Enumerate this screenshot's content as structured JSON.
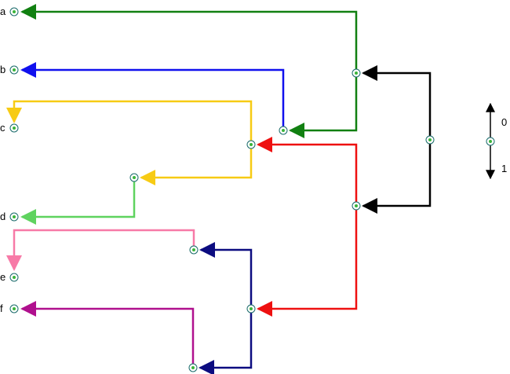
{
  "leaves": [
    {
      "id": "a",
      "label": "a"
    },
    {
      "id": "b",
      "label": "b"
    },
    {
      "id": "c",
      "label": "c"
    },
    {
      "id": "d",
      "label": "d"
    },
    {
      "id": "e",
      "label": "e"
    },
    {
      "id": "f",
      "label": "f"
    }
  ],
  "legend": {
    "top_label": "0",
    "bottom_label": "1"
  },
  "edge_colors": {
    "green": "#118011",
    "blue": "#1010ee",
    "yellow": "#f7cb14",
    "lightgreen": "#5fd35f",
    "pink": "#f77aa7",
    "magenta": "#b0108e",
    "navy": "#0c0c80",
    "red": "#ee1010",
    "black": "#000000"
  }
}
